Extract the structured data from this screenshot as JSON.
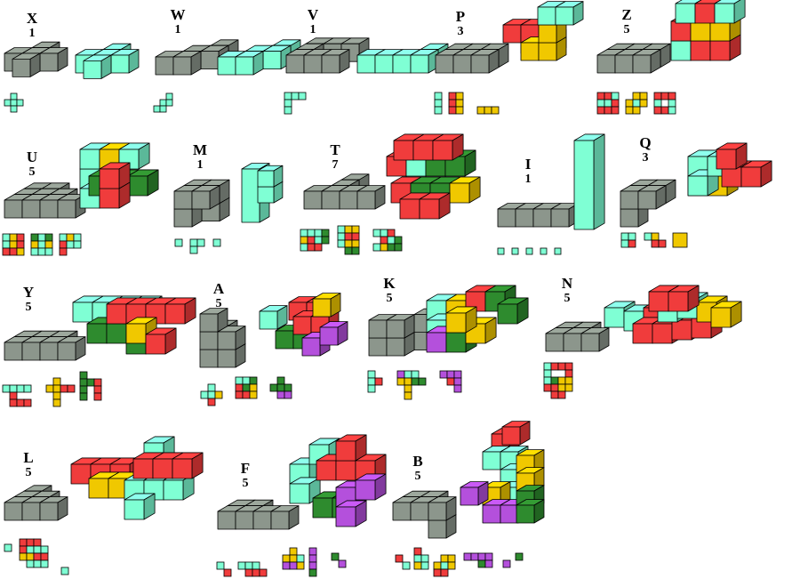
{
  "colors": {
    "gray": "#8c968c",
    "aqua": "#7fffd4",
    "red": "#f03c3c",
    "yellow": "#f0c800",
    "green": "#2e8b2e",
    "purple": "#b450dc"
  },
  "puzzles": [
    {
      "name": "X",
      "count": "1"
    },
    {
      "name": "W",
      "count": "1"
    },
    {
      "name": "V",
      "count": "1"
    },
    {
      "name": "P",
      "count": "3"
    },
    {
      "name": "Z",
      "count": "5"
    },
    {
      "name": "U",
      "count": "5"
    },
    {
      "name": "M",
      "count": "1"
    },
    {
      "name": "T",
      "count": "7"
    },
    {
      "name": "I",
      "count": "1"
    },
    {
      "name": "Q",
      "count": "3"
    },
    {
      "name": "Y",
      "count": "5"
    },
    {
      "name": "A",
      "count": "5"
    },
    {
      "name": "K",
      "count": "5"
    },
    {
      "name": "N",
      "count": "5"
    },
    {
      "name": "L",
      "count": "5"
    },
    {
      "name": "F",
      "count": "5"
    },
    {
      "name": "B",
      "count": "5"
    }
  ]
}
